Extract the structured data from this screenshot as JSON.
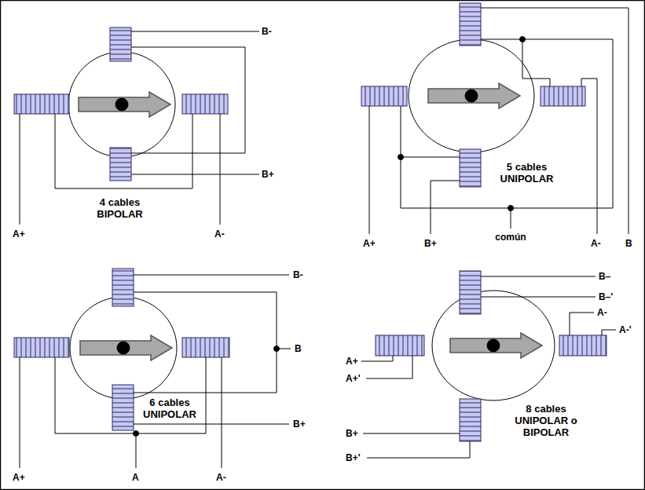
{
  "diagram": {
    "labels": [
      "B-",
      "B+",
      "A+",
      "A-",
      "4 cables BIPOLAR",
      "5 cables UNIPOLAR",
      "A+",
      "B+",
      "común",
      "A-",
      "B",
      "B-",
      "B",
      "B+",
      "A+",
      "A",
      "A-",
      "6 cables UNIPOLAR",
      "B–",
      "B–'",
      "A-",
      "A-'",
      "A+",
      "A+'",
      "B+",
      "B+'",
      "8 cables UNIPOLAR o BIPOLAR"
    ]
  }
}
